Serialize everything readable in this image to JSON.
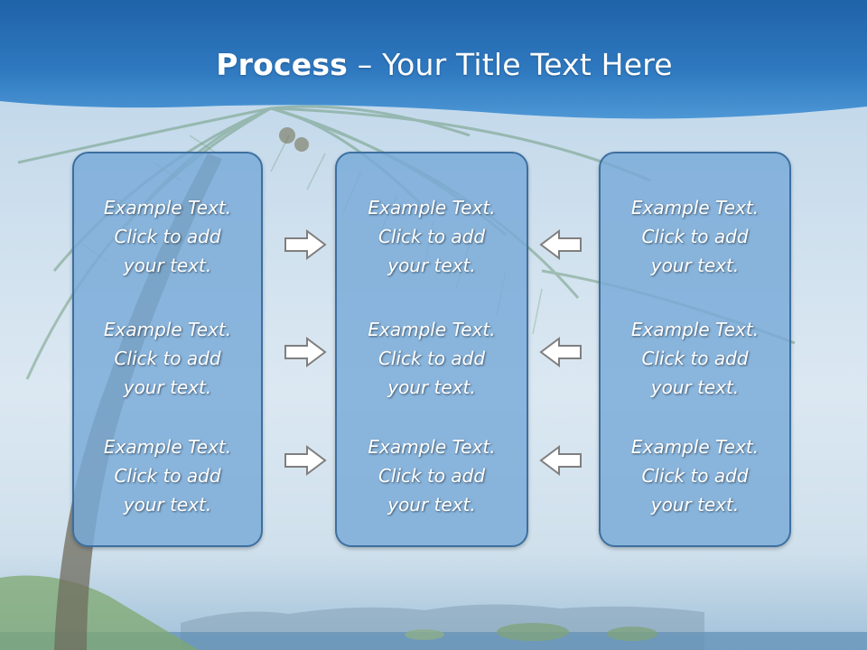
{
  "title": {
    "bold": "Process",
    "rest": " – Your Title Text Here"
  },
  "panels": [
    {
      "items": [
        "Example Text.\nClick  to add\nyour text.",
        "Example Text.\nClick  to add\nyour text.",
        "Example Text.\nClick  to add\nyour text."
      ]
    },
    {
      "items": [
        "Example Text.\nClick  to add\nyour text.",
        "Example Text.\nClick  to add\nyour text.",
        "Example Text.\nClick  to add\nyour text."
      ]
    },
    {
      "items": [
        "Example Text.\nClick  to add\nyour text.",
        "Example Text.\nClick  to add\nyour text.",
        "Example Text.\nClick  to add\nyour text."
      ]
    }
  ],
  "arrows": {
    "left_column": [
      "right",
      "right",
      "right"
    ],
    "right_column": [
      "left",
      "left",
      "left"
    ]
  },
  "colors": {
    "header": "#2f79c0",
    "panel_fill": "#78aad8",
    "panel_border": "#3d6f9f",
    "text": "#ffffff",
    "arrow_fill": "#ffffff",
    "arrow_stroke": "#7f7f7f"
  }
}
